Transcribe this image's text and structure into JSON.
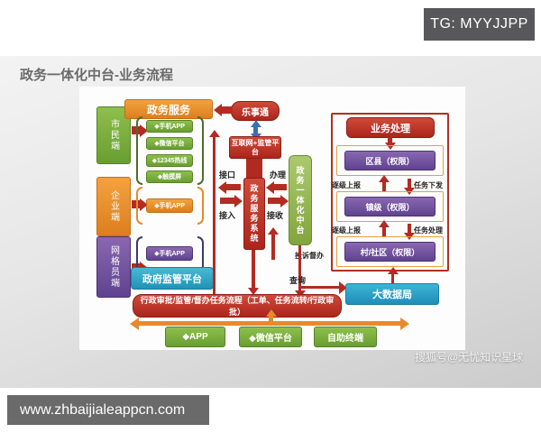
{
  "badges": {
    "tg": "TG: MYYJJPP",
    "url": "www.zhbaijialeappcn.com",
    "watermark": "搜狐号@无忧知识星球"
  },
  "slide": {
    "title": "政务一体化中台-业务流程"
  },
  "colors": {
    "red": "#b32b22",
    "orange": "#e8892c",
    "green": "#689e31",
    "purple": "#5f4390",
    "teal": "#2fa8c5",
    "cyan": "#2497bd",
    "blue_arrow": "#3a6fb5"
  },
  "diagram": {
    "channels": [
      {
        "label": "市民端"
      },
      {
        "label": "企业端"
      },
      {
        "label": "网格员端"
      }
    ],
    "gov_service": "政务服务",
    "citizen_items": [
      "◆手机APP",
      "◆微信平台",
      "◆12345热线",
      "◆触摸屏"
    ],
    "enterprise_item": "◆手机APP",
    "grid_item": "◆手机APP",
    "gov_supervision": "政府监管平台",
    "leshitong": "乐事通",
    "internet_platform": "互联网+监管平台",
    "service_system": "政务服务系统",
    "middle_platform": "政务一体化中台",
    "labels": {
      "interface": "接口",
      "access": "接入",
      "handle": "办理",
      "receive": "接收",
      "complaint": "投诉督办",
      "query": "查询"
    },
    "right_panel": {
      "title": "业务处理",
      "levels": [
        "区县（权限）",
        "镇级（权限）",
        "村/社区（权限）"
      ],
      "row1_left": "逐级上报",
      "row1_right": "任务下发",
      "row2_left": "逐级上报",
      "row2_right": "任务处理"
    },
    "big_data": "大数据局",
    "bottom_bar": "行政审批/监管/督办任务流程（工单、任务流转/行政审批）",
    "terminals": [
      "◆APP",
      "◆微信平台",
      "自助终端"
    ]
  }
}
